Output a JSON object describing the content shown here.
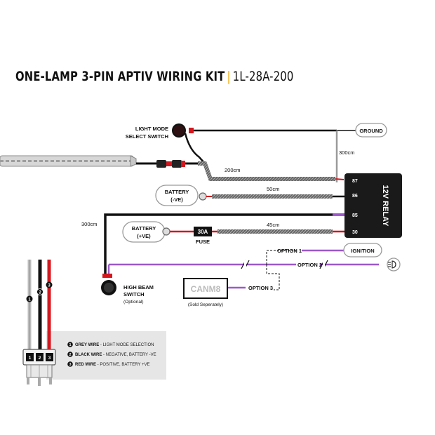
{
  "title": {
    "main": "ONE-LAMP 3-PIN APTIV WIRING KIT",
    "separator": "|",
    "code": "1L-28A-200"
  },
  "components": {
    "light_mode_switch": "LIGHT MODE\nSELECT SWITCH",
    "light_mode_switch_l1": "LIGHT MODE",
    "light_mode_switch_l2": "SELECT SWITCH",
    "ground": "GROUND",
    "battery_neg_l1": "BATTERY",
    "battery_neg_l2": "(-VE)",
    "battery_pos_l1": "BATTERY",
    "battery_pos_l2": "(+VE)",
    "fuse_rating": "30A",
    "fuse_label": "FUSE",
    "relay": "12V RELAY",
    "relay_pins": [
      "87",
      "86",
      "85",
      "30"
    ],
    "high_beam_l1": "HIGH BEAM",
    "high_beam_l2": "SWITCH",
    "high_beam_l3": "(Optional)",
    "ignition": "IGNITION",
    "canm8": "CANM8",
    "canm8_note": "(Sold Seperately)"
  },
  "lengths": {
    "ground_run": "300cm",
    "harness_to_relay": "200cm",
    "battery_neg": "50cm",
    "battery_pos": "45cm",
    "switch_run": "300cm"
  },
  "options": [
    "OPTION 1",
    "OPTION 2",
    "OPTION 3"
  ],
  "legend": [
    {
      "num": "1",
      "name": "GREY WIRE",
      "desc": " - LIGHT MODE SELECTION"
    },
    {
      "num": "2",
      "name": "BLACK WIRE",
      "desc": " - NEGATIVE, BATTERY -VE"
    },
    {
      "num": "3",
      "name": "RED WIRE",
      "desc": " - POSITIVE, BATTERY +VE"
    }
  ],
  "connector_pins": [
    "1",
    "2",
    "3"
  ],
  "colors": {
    "wire_black": "#111111",
    "wire_red": "#d4171e",
    "wire_purple": "#9b59c9",
    "wire_grey": "#9a9a9a",
    "accent": "#f0a800",
    "legend_bg": "#e6e6e6"
  }
}
